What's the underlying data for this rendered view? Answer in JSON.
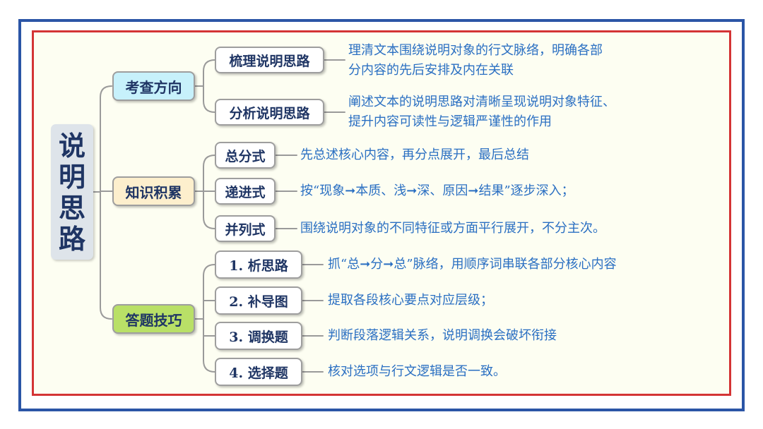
{
  "root": {
    "title_chars": [
      "说",
      "明",
      "思",
      "路"
    ]
  },
  "categories": [
    {
      "label": "考查方向",
      "bg": "#c7f1fb"
    },
    {
      "label": "知识积累",
      "bg": "#fdefcd"
    },
    {
      "label": "答题技巧",
      "bg": "#b9e067"
    }
  ],
  "branches": [
    {
      "label": "梳理说明思路",
      "desc": [
        "理清文本围绕说明对象的行文脉络，明确各部",
        "分内容的先后安排及内在关联"
      ]
    },
    {
      "label": "分析说明思路",
      "desc": [
        "阐述文本的说明思路对清晰呈现说明对象特征、",
        "提升内容可读性与逻辑严谨性的作用"
      ]
    },
    {
      "label": "总分式",
      "desc": [
        "先总述核心内容，再分点展开，最后总结"
      ]
    },
    {
      "label": "递进式",
      "desc": [
        "按“现象➞本质、浅➞深、原因➞结果”逐步深入；"
      ]
    },
    {
      "label": "并列式",
      "desc": [
        "围绕说明对象的不同特征或方面平行展开，不分主次。"
      ]
    },
    {
      "label": "1. 析思路",
      "desc": [
        "抓“总➞分➞总”脉络，用顺序词串联各部分核心内容"
      ]
    },
    {
      "label": "2. 补导图",
      "desc": [
        "提取各段核心要点对应层级；"
      ]
    },
    {
      "label": "3. 调换题",
      "desc": [
        "判断段落逻辑关系，说明调换会破坏衔接"
      ]
    },
    {
      "label": "4. 选择题",
      "desc": [
        "核对选项与行文逻辑是否一致。"
      ]
    }
  ]
}
